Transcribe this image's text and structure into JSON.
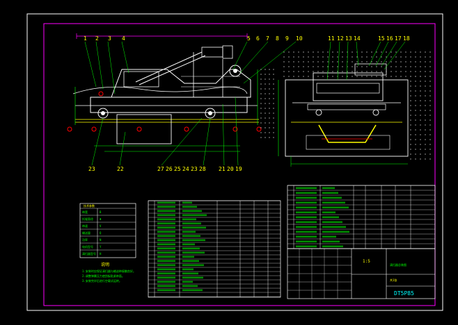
{
  "top_labels_left": [
    "1",
    "2",
    "3",
    "4",
    "5",
    "6",
    "7",
    "8",
    "9",
    "10"
  ],
  "top_labels_right": [
    "11",
    "12",
    "13",
    "14",
    "15",
    "16",
    "17",
    "18"
  ],
  "bottom_labels_left": [
    "23",
    "22",
    "27",
    "26",
    "25",
    "24",
    "23",
    "28"
  ],
  "bottom_labels_mid": [
    "21",
    "20",
    "19"
  ],
  "tech_table_title": "技术参数",
  "tech_rows": [
    [
      "带宽",
      "B"
    ],
    [
      "托辊直径",
      "Φ"
    ],
    [
      "带速",
      "V"
    ],
    [
      "输送量",
      "Q"
    ],
    [
      "功率",
      "N"
    ],
    [
      "电机型号",
      "Y"
    ],
    [
      "清扫器型号",
      "H"
    ]
  ],
  "notes_title": "说明",
  "notes_lines": [
    "1.安装时应保证清扫器与输送带接触良好。",
    "2.调整弹簧压力使刮板贴紧带面。",
    "3.安装完毕后进行空载试运转。"
  ],
  "drawing_code": "DT5P85",
  "drawing_name": "清扫器总装图",
  "scale": "1:5",
  "sheet": "共1张"
}
